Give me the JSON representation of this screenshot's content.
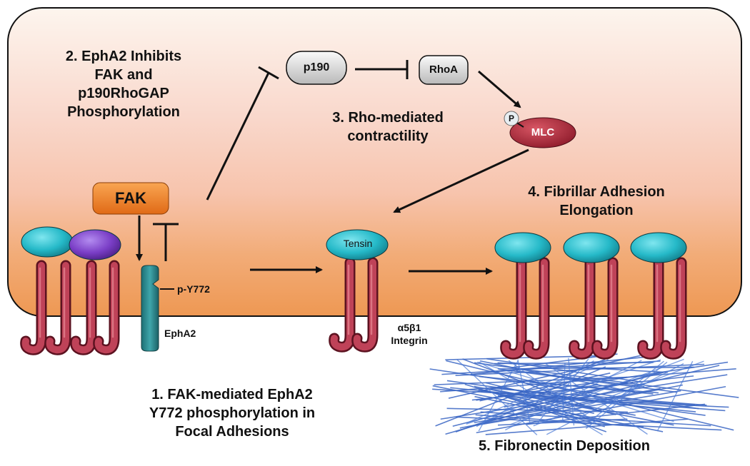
{
  "steps": {
    "step1": [
      "1. FAK-mediated EphA2",
      "Y772 phosphorylation in",
      "Focal Adhesions"
    ],
    "step2": [
      "2. EphA2 Inhibits",
      "FAK and",
      "p190RhoGAP",
      "Phosphorylation"
    ],
    "step3": [
      "3. Rho-mediated",
      "contractility"
    ],
    "step4": [
      "4. Fibrillar Adhesion",
      "Elongation"
    ],
    "step5": "5. Fibronectin Deposition"
  },
  "molecules": {
    "fak": "FAK",
    "p190": "p190",
    "rhoa": "RhoA",
    "mlc": "MLC",
    "phospho": "P",
    "tensin": "Tensin",
    "py772": "p-Y772",
    "epha2": "EphA2",
    "integrin": [
      "α5β1",
      "Integrin"
    ]
  },
  "colors": {
    "integrin_leg": "#b5384a",
    "cap_cyan": "#29c0cf",
    "cap_purple": "#7a3ec6",
    "fak": "#f0842a",
    "epha2": "#2b8d92",
    "mlc": "#a82432",
    "fibronectin": "#3a66c4",
    "cell_top": "#fdf3ea",
    "cell_bottom": "#f0a15e"
  }
}
